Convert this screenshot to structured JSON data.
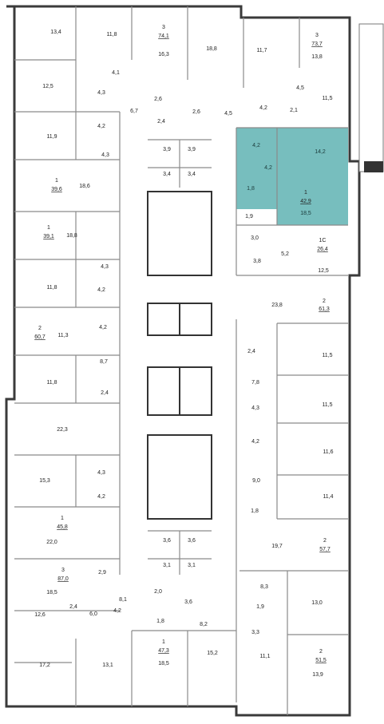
{
  "highlight_color": "#5fb3b3",
  "rooms": [
    {
      "id": "r1",
      "text": "13,4"
    },
    {
      "id": "r2",
      "text": "11,8"
    },
    {
      "id": "r3",
      "text": "16,3"
    },
    {
      "id": "r4",
      "text": "18,8"
    },
    {
      "id": "r5",
      "text": "11,7"
    },
    {
      "id": "r6",
      "text": "13,8"
    },
    {
      "id": "r7",
      "text": "12,5"
    },
    {
      "id": "r8",
      "text": "4,1"
    },
    {
      "id": "r9",
      "text": "4,3"
    },
    {
      "id": "r10",
      "text": "6,7"
    },
    {
      "id": "r11",
      "text": "2,6"
    },
    {
      "id": "r12",
      "text": "2,6"
    },
    {
      "id": "r13",
      "text": "2,4"
    },
    {
      "id": "r14",
      "text": "4,5"
    },
    {
      "id": "r15",
      "text": "4,2"
    },
    {
      "id": "r16",
      "text": "2,1"
    },
    {
      "id": "r17",
      "text": "11,5"
    },
    {
      "id": "r18",
      "text": "4,5"
    },
    {
      "id": "r19",
      "text": "4,2"
    },
    {
      "id": "r20",
      "text": "11,9"
    },
    {
      "id": "r21",
      "text": "4,3"
    },
    {
      "id": "r22",
      "text": "3,9"
    },
    {
      "id": "r23",
      "text": "3,9"
    },
    {
      "id": "r24",
      "text": "3,4"
    },
    {
      "id": "r25",
      "text": "3,4"
    },
    {
      "id": "r26",
      "text": "18,6"
    },
    {
      "id": "r27",
      "text": "4,2"
    },
    {
      "id": "r28",
      "text": "14,2"
    },
    {
      "id": "r29",
      "text": "4,2"
    },
    {
      "id": "r30",
      "text": "1,8"
    },
    {
      "id": "r31",
      "text": "18,5"
    },
    {
      "id": "r32",
      "text": "1,9"
    },
    {
      "id": "r33",
      "text": "18,8"
    },
    {
      "id": "r34",
      "text": "3,0"
    },
    {
      "id": "r35",
      "text": "5,2"
    },
    {
      "id": "r36",
      "text": "3,8"
    },
    {
      "id": "r37",
      "text": "12,5"
    },
    {
      "id": "r38",
      "text": "4,3"
    },
    {
      "id": "r39",
      "text": "11,8"
    },
    {
      "id": "r40",
      "text": "4,2"
    },
    {
      "id": "r41",
      "text": "23,8"
    },
    {
      "id": "r42",
      "text": "4,2"
    },
    {
      "id": "r43",
      "text": "11,3"
    },
    {
      "id": "r44",
      "text": "2,4"
    },
    {
      "id": "r45",
      "text": "11,5"
    },
    {
      "id": "r46",
      "text": "8,7"
    },
    {
      "id": "r47",
      "text": "7,8"
    },
    {
      "id": "r48",
      "text": "11,8"
    },
    {
      "id": "r49",
      "text": "2,4"
    },
    {
      "id": "r50",
      "text": "11,5"
    },
    {
      "id": "r51",
      "text": "4,3"
    },
    {
      "id": "r52",
      "text": "22,3"
    },
    {
      "id": "r53",
      "text": "4,2"
    },
    {
      "id": "r54",
      "text": "11,6"
    },
    {
      "id": "r55",
      "text": "4,3"
    },
    {
      "id": "r56",
      "text": "15,3"
    },
    {
      "id": "r57",
      "text": "9,0"
    },
    {
      "id": "r58",
      "text": "4,2"
    },
    {
      "id": "r59",
      "text": "11,4"
    },
    {
      "id": "r60",
      "text": "1,8"
    },
    {
      "id": "r61",
      "text": "3,6"
    },
    {
      "id": "r62",
      "text": "3,6"
    },
    {
      "id": "r63",
      "text": "22,0"
    },
    {
      "id": "r64",
      "text": "19,7"
    },
    {
      "id": "r65",
      "text": "3,1"
    },
    {
      "id": "r66",
      "text": "3,1"
    },
    {
      "id": "r67",
      "text": "2,9"
    },
    {
      "id": "r68",
      "text": "18,5"
    },
    {
      "id": "r69",
      "text": "8,1"
    },
    {
      "id": "r70",
      "text": "2,0"
    },
    {
      "id": "r71",
      "text": "3,6"
    },
    {
      "id": "r72",
      "text": "8,3"
    },
    {
      "id": "r73",
      "text": "13,0"
    },
    {
      "id": "r74",
      "text": "1,9"
    },
    {
      "id": "r75",
      "text": "2,4"
    },
    {
      "id": "r76",
      "text": "12,6"
    },
    {
      "id": "r77",
      "text": "6,0"
    },
    {
      "id": "r78",
      "text": "4,2"
    },
    {
      "id": "r79",
      "text": "1,8"
    },
    {
      "id": "r80",
      "text": "8,2"
    },
    {
      "id": "r81",
      "text": "3,3"
    },
    {
      "id": "r82",
      "text": "17,2"
    },
    {
      "id": "r83",
      "text": "13,1"
    },
    {
      "id": "r84",
      "text": "18,5"
    },
    {
      "id": "r85",
      "text": "15,2"
    },
    {
      "id": "r86",
      "text": "11,1"
    },
    {
      "id": "r87",
      "text": "13,9"
    }
  ],
  "apartments": [
    {
      "id": "a1",
      "rooms": "3",
      "area": "74,1"
    },
    {
      "id": "a2",
      "rooms": "3",
      "area": "73,7"
    },
    {
      "id": "a3",
      "rooms": "1",
      "area": "39,6"
    },
    {
      "id": "a4",
      "rooms": "1",
      "area": "42,9"
    },
    {
      "id": "a5",
      "rooms": "1",
      "area": "39,1"
    },
    {
      "id": "a6",
      "rooms": "1С",
      "area": "26,4"
    },
    {
      "id": "a7",
      "rooms": "2",
      "area": "61,3"
    },
    {
      "id": "a8",
      "rooms": "2",
      "area": "60,7"
    },
    {
      "id": "a9",
      "rooms": "1",
      "area": "45,8"
    },
    {
      "id": "a10",
      "rooms": "2",
      "area": "57,7"
    },
    {
      "id": "a11",
      "rooms": "3",
      "area": "87,0"
    },
    {
      "id": "a12",
      "rooms": "1",
      "area": "47,3"
    },
    {
      "id": "a13",
      "rooms": "2",
      "area": "51,5"
    }
  ]
}
